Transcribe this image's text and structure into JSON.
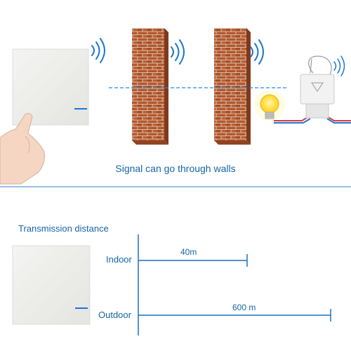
{
  "caption": "Signal can go through walls",
  "transmission": {
    "title": "Transmission distance",
    "indoor": {
      "label": "Indoor",
      "distance": "40m"
    },
    "outdoor": {
      "label": "Outdoor",
      "distance": "600 m"
    }
  },
  "colors": {
    "text_blue": "#1565a8",
    "brick": "#b4562c",
    "mortar": "#d9c7b4",
    "signal_blue": "#1976d2",
    "switch_panel": "#eeeeec",
    "dashed_line": "#1e88e5"
  },
  "icons": [
    "wall-switch-icon",
    "hand-pointer-icon",
    "brick-wall-icon",
    "wireless-signal-icon",
    "light-bulb-icon",
    "receiver-module-icon"
  ]
}
